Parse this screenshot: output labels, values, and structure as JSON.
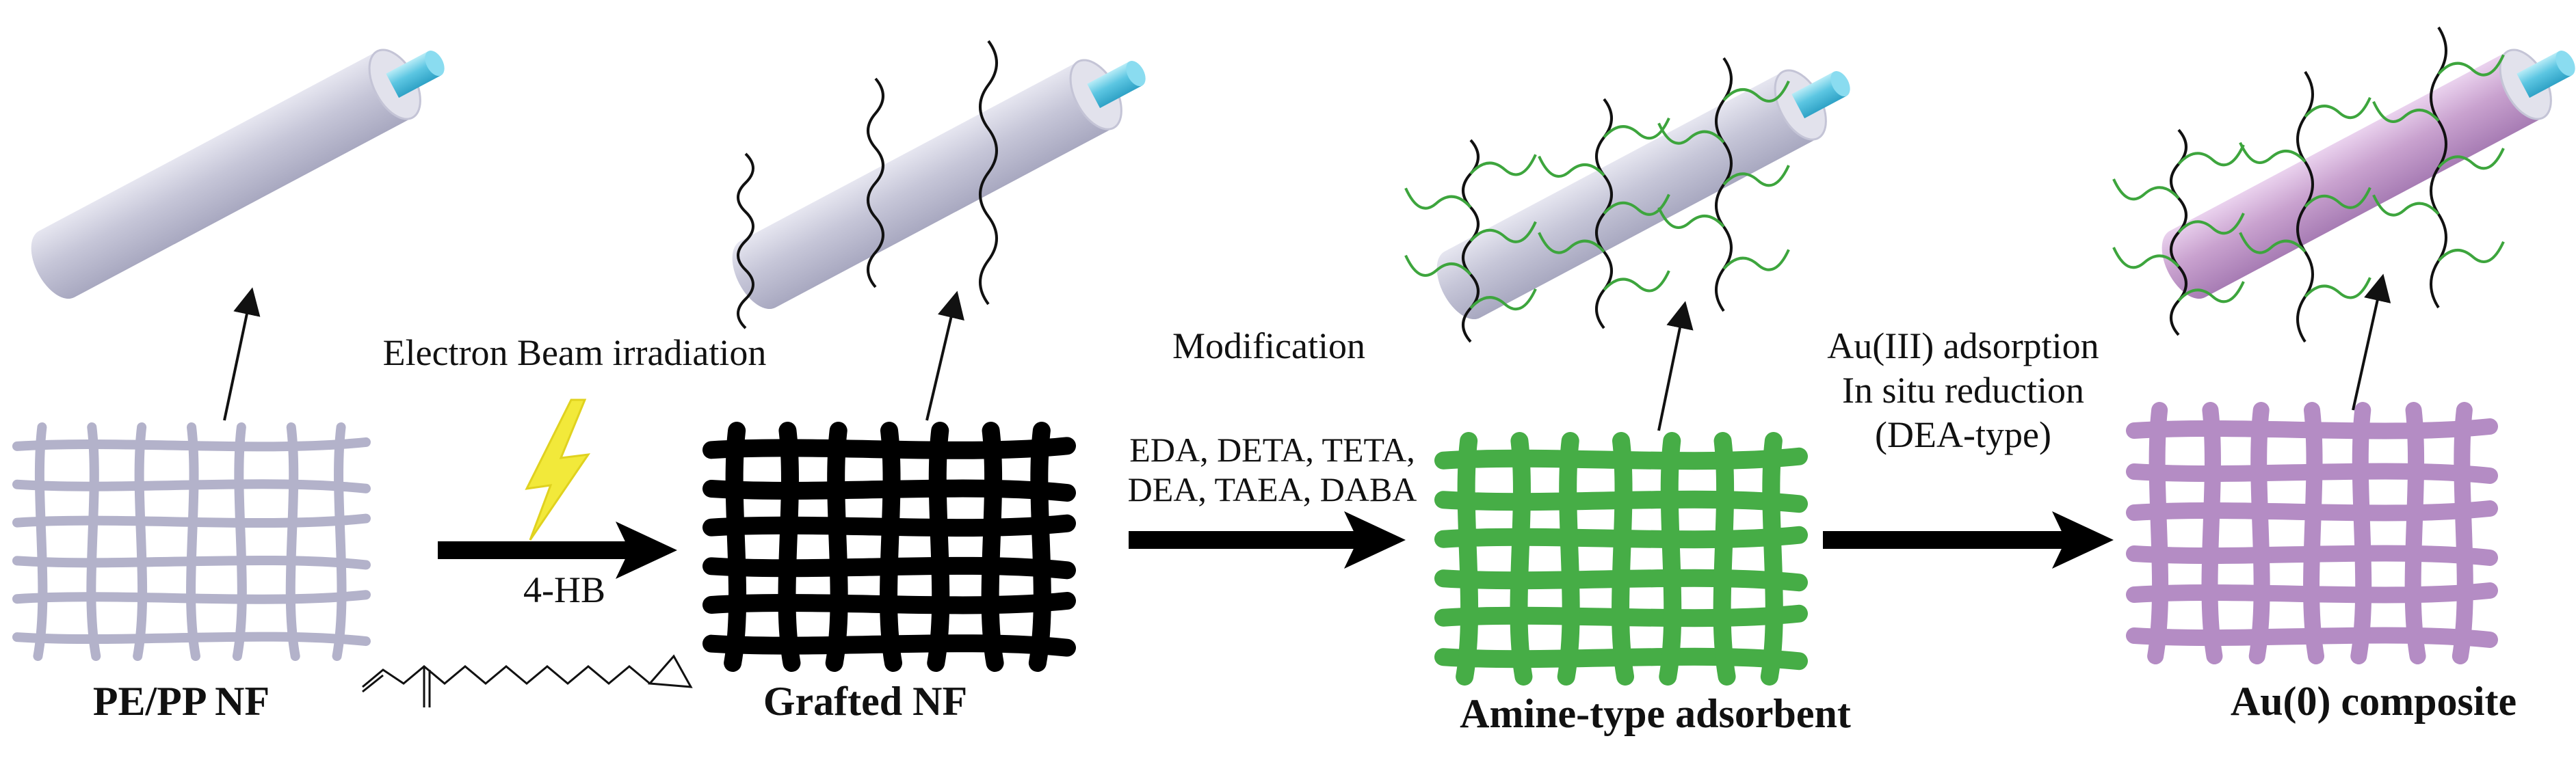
{
  "stages": [
    {
      "id": "pe-pp",
      "label": "PE/PP NF",
      "mesh_color": "#b3b2ca",
      "chains": "none"
    },
    {
      "id": "grafted",
      "label": "Grafted NF",
      "mesh_color": "#000000",
      "chains": "black"
    },
    {
      "id": "amine",
      "label": "Amine-type adsorbent",
      "mesh_color": "#46ad46",
      "chains": "black-green"
    },
    {
      "id": "composite",
      "label": "Au(0) composite",
      "mesh_color": "#b48cc4",
      "chains": "black-green"
    }
  ],
  "steps": [
    {
      "id": "irradiation",
      "above": "Electron Beam irradiation",
      "below": "4-HB",
      "icon": "lightning-bolt-icon"
    },
    {
      "id": "modification",
      "above": "Modification",
      "reagents": [
        "EDA, DETA, TETA,",
        "DEA, TAEA, DABA"
      ]
    },
    {
      "id": "adsorption",
      "lines": [
        "Au(III) adsorption",
        "In situ reduction",
        "(DEA-type)"
      ]
    }
  ],
  "colors": {
    "fiber_body": "#c6c6d8",
    "fiber_end": "#e2e2ec",
    "fiber_core": "#5cc6e2",
    "composite_fiber_body": "#c9a2cf",
    "green_chain": "#3da53d",
    "bolt": "#f2e93a"
  },
  "molecule": "4-hydroxybutyl acrylate glycidyl ether structure"
}
